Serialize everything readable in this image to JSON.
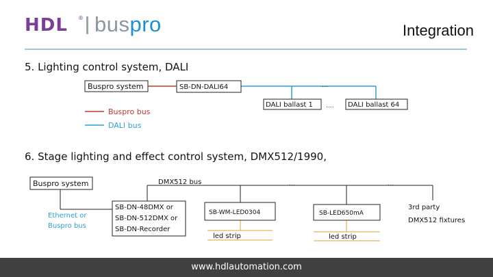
{
  "header": {
    "logo_hdl": "HDL",
    "logo_reg": "®",
    "logo_bus": "bus",
    "logo_pro": "pro",
    "title": "Integration"
  },
  "section5": {
    "heading": "5. Lighting control system, DALI",
    "buspro_system": "Buspro system",
    "dali_module": "SB-DN-DALI64",
    "ellipsis_top": "...",
    "ballast_1": "DALI ballast 1",
    "ellipsis_mid": "....",
    "ballast_64": "DALI ballast 64",
    "legend_buspro": "Buspro bus",
    "legend_dali": "DALI bus"
  },
  "section6": {
    "heading": "6. Stage lighting and effect control system, DMX512/1990,",
    "buspro_system": "Buspro system",
    "dmx_bus": "DMX512 bus",
    "ellipsis_1": "...",
    "ellipsis_2": "...",
    "dmx_module_1": "SB-DN-48DMX or",
    "dmx_module_2": "SB-DN-512DMX or",
    "dmx_module_3": "SB-DN-Recorder",
    "ethernet_1": "Ethernet or",
    "ethernet_2": "Buspro bus",
    "led_0304": "SB-WM-LED0304",
    "led_650": "SB-LED650mA",
    "third_1": "3rd party",
    "third_2": "DMX512 fixtures",
    "strip_1": "led strip",
    "strip_2": "led strip"
  },
  "footer": {
    "url": "www.hdlautomation.com"
  },
  "colors": {
    "buspro_bus": "#c0392b",
    "dali_bus": "#2e9fd6",
    "brand_purple": "#7b3f98",
    "brand_blue": "#1b8fd0",
    "footer_bg": "#404040",
    "strip_line": "#e0a030"
  }
}
